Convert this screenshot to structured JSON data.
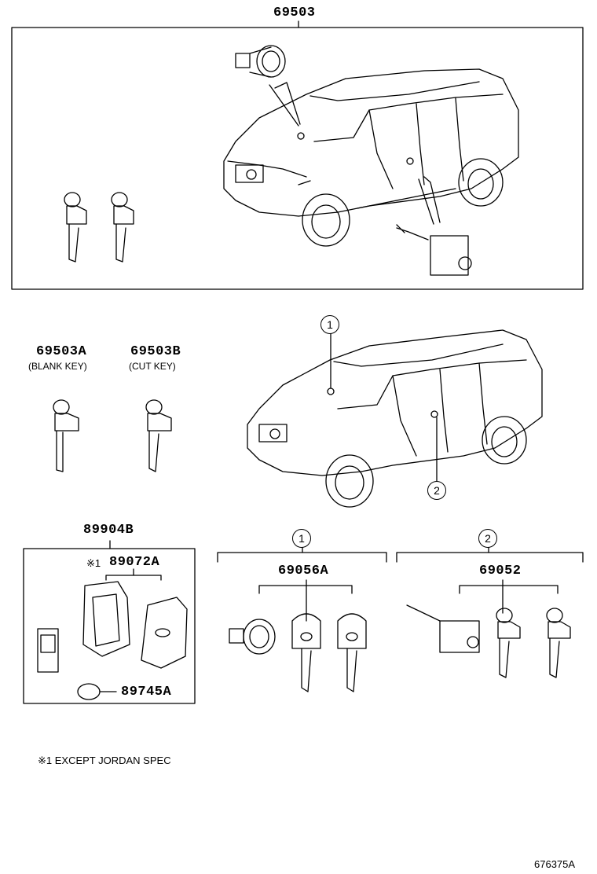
{
  "labels": {
    "top_part": "69503",
    "blank_key": "69503A",
    "blank_key_desc": "(BLANK KEY)",
    "cut_key": "69503B",
    "cut_key_desc": "(CUT KEY)",
    "smart_key": "89904B",
    "case_part_mark": "※1",
    "case_part": "89072A",
    "battery": "89745A",
    "set_1": "69056A",
    "set_2": "69052",
    "note": "※1 EXCEPT JORDAN SPEC",
    "drawing_id": "676375A"
  },
  "callouts": {
    "one": "1",
    "two": "2"
  }
}
